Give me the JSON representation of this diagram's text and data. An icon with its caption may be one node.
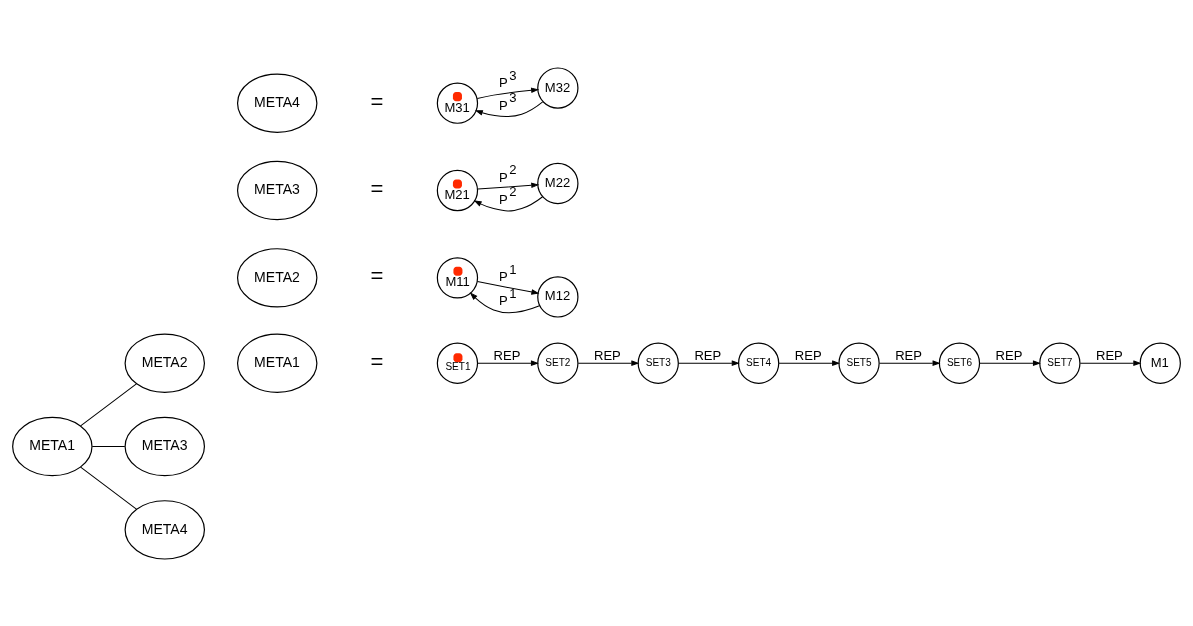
{
  "diagram": {
    "nodes": [
      {
        "text": [
          "META1"
        ]
      },
      {
        "text": [
          "META2"
        ]
      },
      {
        "text": [
          "META3"
        ]
      },
      {
        "text": [
          "META4"
        ]
      },
      {
        "text": [
          "META1"
        ]
      },
      {
        "text": [
          "SET1"
        ]
      },
      {
        "text": [
          "SET2"
        ]
      },
      {
        "text": [
          "SET3"
        ]
      },
      {
        "text": [
          "SET4"
        ]
      },
      {
        "text": [
          "SET5"
        ]
      },
      {
        "text": [
          "SET6"
        ]
      },
      {
        "text": [
          "SET7"
        ]
      },
      {
        "text": [
          "M1"
        ]
      },
      {
        "text": [
          "META2"
        ]
      },
      {
        "text": [
          "M11"
        ]
      },
      {
        "text": [
          "M12"
        ]
      },
      {
        "text": [
          "META3"
        ]
      },
      {
        "text": [
          "M21"
        ]
      },
      {
        "text": [
          "M22"
        ]
      },
      {
        "text": [
          "META4"
        ]
      },
      {
        "text": [
          "M31"
        ]
      },
      {
        "text": [
          "M32"
        ]
      }
    ],
    "edges": [
      {
        "from": 0,
        "to": 1,
        "arrow": "none"
      },
      {
        "from": 0,
        "to": 2,
        "arrow": "none"
      },
      {
        "from": 0,
        "to": 3,
        "arrow": "none"
      },
      {
        "from": 5,
        "to": 6,
        "arrow": "to",
        "label": "REP"
      },
      {
        "from": 6,
        "to": 7,
        "arrow": "to",
        "label": "REP"
      },
      {
        "from": 7,
        "to": 8,
        "arrow": "to",
        "label": "REP"
      },
      {
        "from": 8,
        "to": 9,
        "arrow": "to",
        "label": "REP"
      },
      {
        "from": 9,
        "to": 10,
        "arrow": "to",
        "label": "REP"
      },
      {
        "from": 10,
        "to": 11,
        "arrow": "to",
        "label": "REP"
      },
      {
        "from": 11,
        "to": 12,
        "arrow": "to",
        "label": "REP"
      },
      {
        "from": 14,
        "to": 15,
        "arrow": "to",
        "label": "P$^{1}$"
      },
      {
        "from": 15,
        "to": 14,
        "arrow": "to",
        "label": "P$^{1}$"
      },
      {
        "from": 17,
        "to": 18,
        "arrow": "to",
        "label": "P$^{2}$"
      },
      {
        "from": 18,
        "to": 17,
        "arrow": "to",
        "label": "P$^{2}$"
      },
      {
        "from": 20,
        "to": 21,
        "arrow": "to",
        "label": "P$^{3}$"
      },
      {
        "from": 21,
        "to": 20,
        "arrow": "to",
        "label": "P$^{3}$"
      }
    ],
    "labels": [
      "=",
      "=",
      "=",
      "="
    ]
  }
}
